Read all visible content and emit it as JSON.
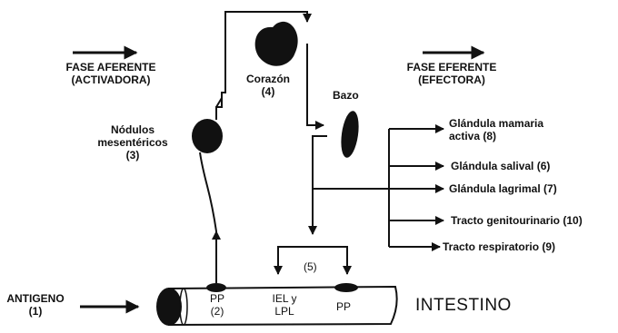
{
  "diagram": {
    "phase_afferent": {
      "line1": "FASE AFERENTE",
      "line2": "(ACTIVADORA)"
    },
    "phase_efferent": {
      "line1": "FASE EFERENTE",
      "line2": "(EFECTORA)"
    },
    "heart": {
      "line1": "Corazón",
      "line2": "(4)"
    },
    "spleen": "Bazo",
    "nodes": {
      "line1": "Nódulos",
      "line2": "mesentéricos",
      "line3": "(3)"
    },
    "antigen": {
      "line1": "ANTIGENO",
      "line2": "(1)"
    },
    "pp_left": {
      "line1": "PP",
      "line2": "(2)"
    },
    "iel": {
      "line1": "IEL y",
      "line2": "LPL"
    },
    "pp_right": "PP",
    "step5": "(5)",
    "intestine": "INTESTINO",
    "targets": [
      {
        "line1": "Glándula mamaria",
        "line2": "activa (8)"
      },
      {
        "line1": "Glándula salival (6)"
      },
      {
        "line1": "Glándula lagrimal (7)"
      },
      {
        "line1": "Tracto genitourinario (10)"
      },
      {
        "line1": "Tracto respiratorio (9)"
      }
    ]
  }
}
